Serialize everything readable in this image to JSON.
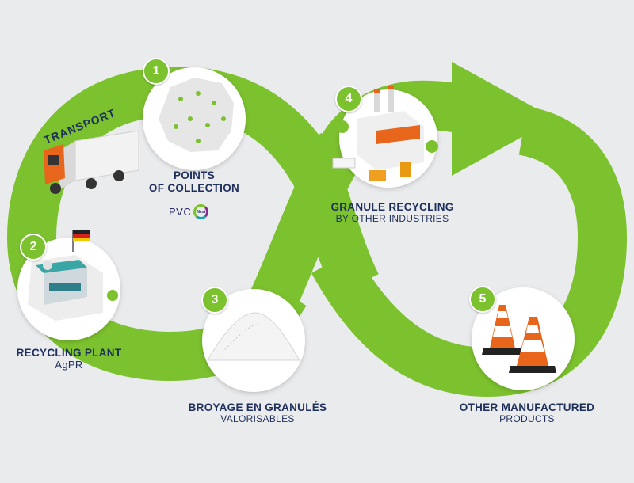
{
  "steps": [
    {
      "number": "1",
      "title_line1": "POINTS",
      "title_line2": "OF COLLECTION"
    },
    {
      "number": "2",
      "title": "RECYCLING PLANT",
      "subtitle": "AgPR"
    },
    {
      "number": "3",
      "title": "BROYAGE EN GRANULÉS",
      "subtitle": "VALORISABLES"
    },
    {
      "number": "4",
      "title": "GRANULE RECYCLING",
      "subtitle": "BY OTHER INDUSTRIES"
    },
    {
      "number": "5",
      "title": "OTHER MANUFACTURED",
      "subtitle": "PRODUCTS"
    }
  ],
  "transport_label": "TRANSPORT",
  "pvc_logo": {
    "word": "PVC",
    "ring_text": "Next"
  },
  "colors": {
    "loop": "#7cc12e",
    "text": "#1e2f5c",
    "background": "#eaebed",
    "badge": "#7cc12e"
  },
  "icons": [
    "truck-icon",
    "france-map-icon",
    "factory-icon",
    "germany-flag-icon",
    "granules-icon",
    "industry-icon",
    "traffic-cone-icon"
  ]
}
